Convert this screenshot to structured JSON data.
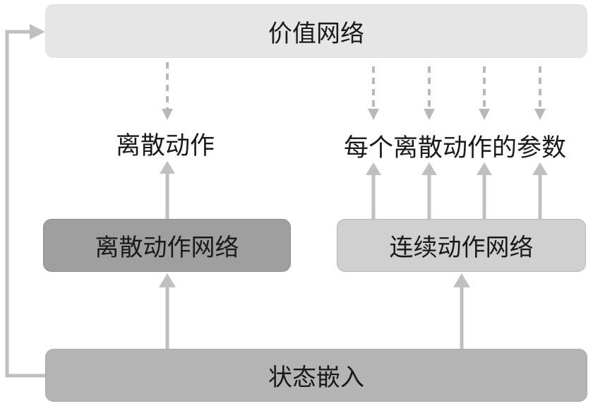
{
  "nodes": {
    "value_network": "价值网络",
    "discrete_action": "离散动作",
    "discrete_params": "每个离散动作的参数",
    "discrete_action_network": "离散动作网络",
    "continuous_action_network": "连续动作网络",
    "state_embedding": "状态嵌入"
  },
  "colors": {
    "arrow": "#c0c0c0",
    "dashed_arrow": "#b8b8b8",
    "value_network_fill": "#e6e6e6",
    "discrete_network_fill": "#9f9f9f",
    "continuous_network_fill": "#d0d0d0",
    "state_embedding_fill": "#b4b4b4"
  }
}
